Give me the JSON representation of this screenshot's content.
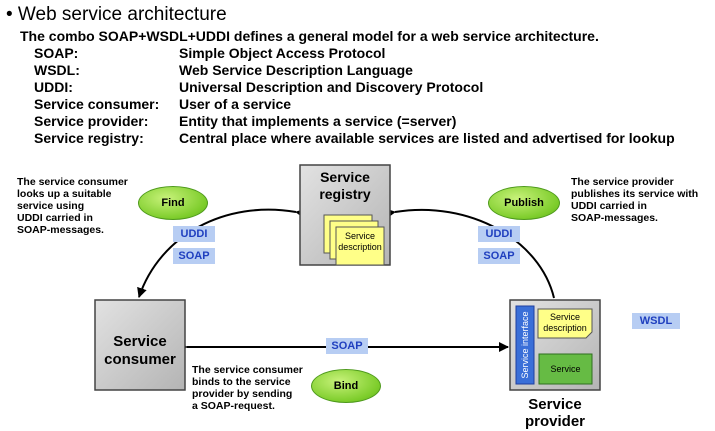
{
  "heading": "• Web service architecture",
  "intro": "The combo SOAP+WSDL+UDDI defines a general model for a web service architecture.",
  "definitions": [
    {
      "term": "SOAP:",
      "desc": "Simple Object Access Protocol"
    },
    {
      "term": "WSDL:",
      "desc": "Web Service Description Language"
    },
    {
      "term": "UDDI:",
      "desc": "Universal Description and Discovery Protocol"
    },
    {
      "term": "Service consumer:",
      "desc": "User of a service"
    },
    {
      "term": "Service provider:",
      "desc": "Entity that implements a service (=server)"
    },
    {
      "term": "Service registry:",
      "desc": "Central place where available services are listed and advertised for lookup"
    }
  ],
  "diagram": {
    "registry_label": "Service\nregistry",
    "registry_doc": "Service\ndescription",
    "consumer_label": "Service\nconsumer",
    "provider_label": "Service\nprovider",
    "provider_interface": "Service interface",
    "provider_doc": "Service\ndescription",
    "provider_service": "Service",
    "find": "Find",
    "publish": "Publish",
    "bind": "Bind",
    "udd_left": "UDDI",
    "soap_left": "SOAP",
    "udd_right": "UDDI",
    "soap_right": "SOAP",
    "soap_bottom": "SOAP",
    "wsdl": "WSDL",
    "note_find": "The service consumer\nlooks up a suitable\nservice using\nUDDI carried in\nSOAP-messages.",
    "note_publish": "The service provider\npublishes its service with\nUDDI carried in\nSOAP-messages.",
    "note_bind": "The service consumer\nbinds to the service\nprovider by sending\na SOAP-request."
  },
  "colors": {
    "box_gray": "#c8c8c8",
    "doc_yellow": "#ffff88",
    "oval_green": "#7ccc2a",
    "tag_blue": "#b7cdf3",
    "interface_blue": "#3a6fd8",
    "service_green": "#66bb44"
  }
}
